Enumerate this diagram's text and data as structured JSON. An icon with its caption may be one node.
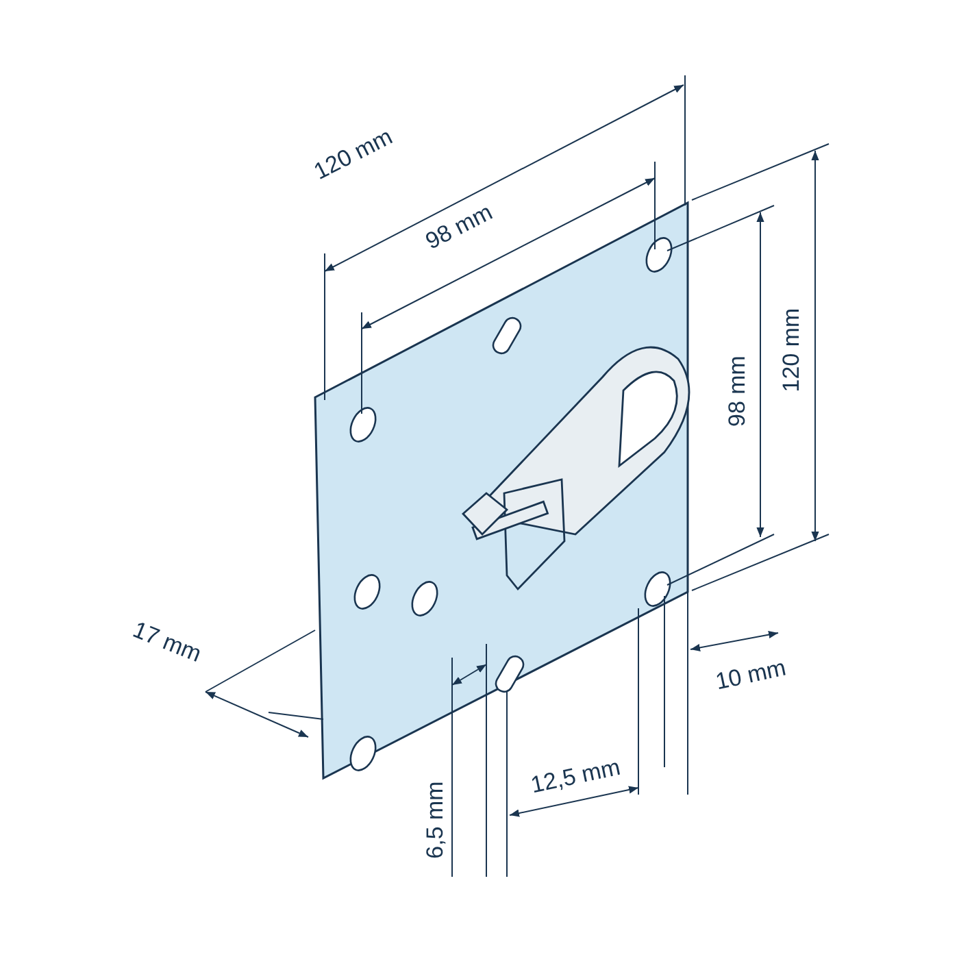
{
  "diagram": {
    "labels": [
      "120 mm",
      "98 mm",
      "98 mm",
      "120 mm",
      "17 mm",
      "10 mm",
      "12,5 mm",
      "6,5 mm"
    ]
  }
}
